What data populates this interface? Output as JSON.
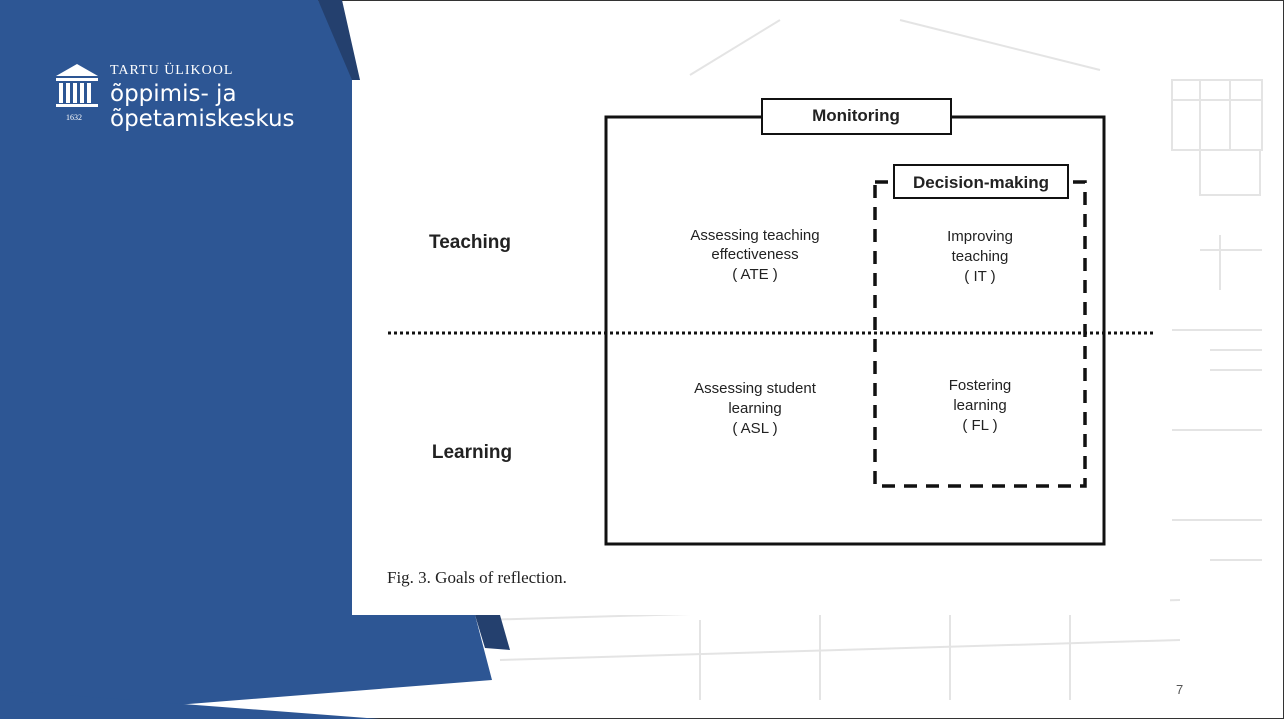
{
  "branding": {
    "university": "TARTU ÜLIKOOL",
    "unit_line1": "õppimis- ja",
    "unit_line2": "õpetamiskeskus",
    "year": "1632"
  },
  "diagram": {
    "outer_box_title": "Monitoring",
    "inner_box_title": "Decision-making",
    "row_labels": [
      "Teaching",
      "Learning"
    ],
    "cells": [
      {
        "lines": [
          "Assessing teaching",
          "effectiveness",
          "( ATE )"
        ]
      },
      {
        "lines": [
          "Improving",
          "teaching",
          "( IT )"
        ]
      },
      {
        "lines": [
          "Assessing student",
          "learning",
          "( ASL )"
        ]
      },
      {
        "lines": [
          "Fostering",
          "learning",
          "( FL )"
        ]
      }
    ]
  },
  "caption": "Fig. 3.  Goals of reflection.",
  "page_number": "7",
  "colors": {
    "panel_blue": "#2d5694",
    "panel_dark": "#24406e"
  }
}
